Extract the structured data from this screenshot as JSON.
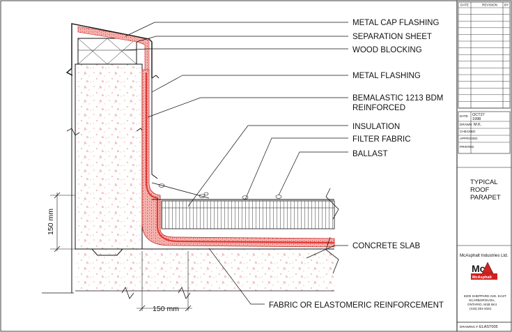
{
  "labels": {
    "metal_cap_flashing": "METAL CAP FLASHING",
    "separation_sheet": "SEPARATION SHEET",
    "wood_blocking": "WOOD BLOCKING",
    "metal_flashing": "METAL FLASHING",
    "membrane_line1": "BEMALASTIC 1213 BDM",
    "membrane_line2": "REINFORCED",
    "insulation": "INSULATION",
    "filter_fabric": "FILTER FABRIC",
    "ballast": "BALLAST",
    "concrete_slab": "CONCRETE SLAB",
    "fabric_reinforcement": "FABRIC OR ELASTOMERIC REINFORCEMENT"
  },
  "dimensions": {
    "vertical": "150 mm",
    "horizontal": "150 mm"
  },
  "title_block": {
    "revision_header": {
      "date": "DATE",
      "revision": "REVISION",
      "by": "BY"
    },
    "date_label": "DATE",
    "date_value_line1": "OCT27",
    "date_value_line2": "1998",
    "drawn_label": "DRAWN",
    "drawn_value": "M.K.",
    "checked_label": "CHECKED",
    "approved_label": "APPROVED",
    "printed_label": "PRINTED",
    "drawing_title_line1": "TYPICAL",
    "drawing_title_line2": "ROOF",
    "drawing_title_line3": "PARAPET",
    "company_name": "McAsphalt Industries Ltd.",
    "logo_text": "McAsphalt",
    "address_line1": "8200 SHEPPARD AVE. EAST",
    "address_line2": "SCARBOROUGH,",
    "address_line3": "ONTARIO, M1B 5K4",
    "address_line4": "(416) 281-8181",
    "drawing_no_label": "DRAWING #:",
    "drawing_no_value": "ELAST005"
  },
  "colors": {
    "membrane": "#e53935",
    "membrane_light": "#f6b3ae",
    "concrete_speckle": "#e36b6b",
    "line": "#111111",
    "logo_red": "#d42020",
    "logo_dark": "#1a1a1a"
  }
}
